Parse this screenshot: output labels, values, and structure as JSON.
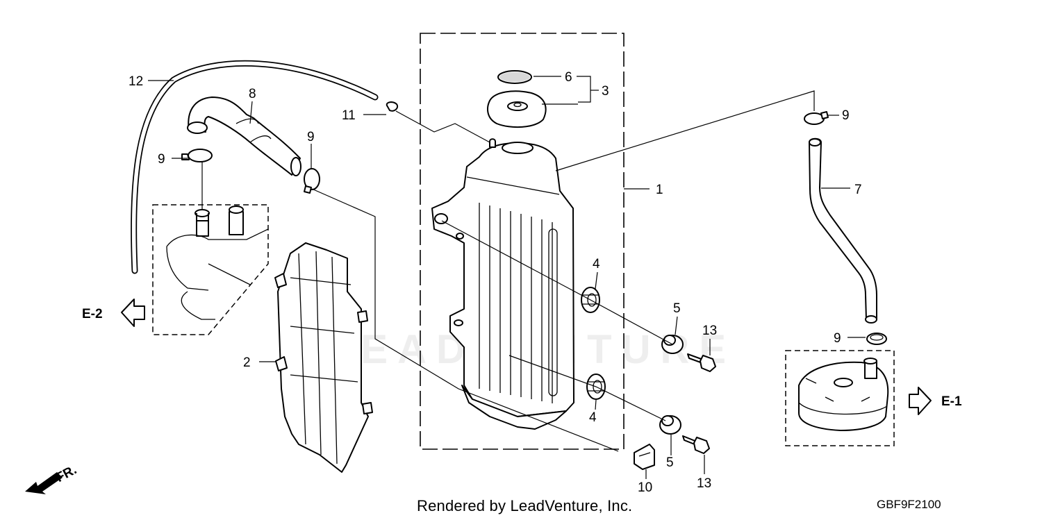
{
  "labels": {
    "p1": "1",
    "p2": "2",
    "p3": "3",
    "p4a": "4",
    "p4b": "4",
    "p5a": "5",
    "p5b": "5",
    "p6": "6",
    "p7": "7",
    "p8": "8",
    "p9a": "9",
    "p9b": "9",
    "p9c": "9",
    "p9d": "9",
    "p10": "10",
    "p11": "11",
    "p12": "12",
    "p13a": "13",
    "p13b": "13"
  },
  "refs": {
    "e1": "E-1",
    "e2": "E-2",
    "front": "FR."
  },
  "watermark": "LEADVENTURE",
  "footer": {
    "rendered_by": "Rendered by LeadVenture, Inc.",
    "diagram_code": "GBF9F2100"
  }
}
